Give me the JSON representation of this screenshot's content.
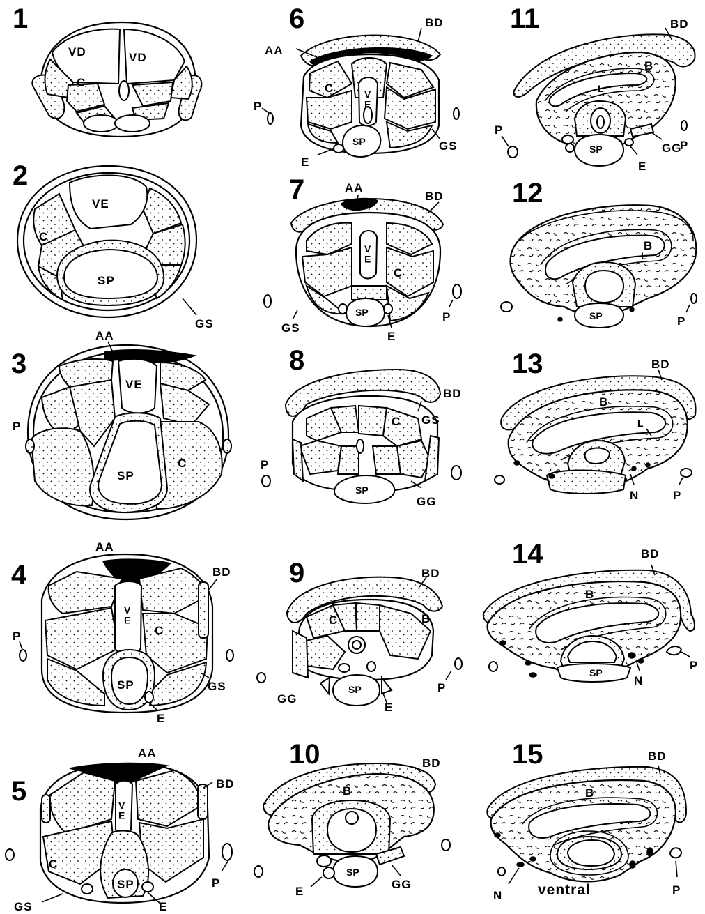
{
  "panels": [
    {
      "number": "1",
      "labels": {
        "vd_left": "VD",
        "vd_right": "VD",
        "c": "C"
      }
    },
    {
      "number": "2",
      "labels": {
        "ve": "VE",
        "c": "C",
        "sp": "SP",
        "gs": "GS"
      }
    },
    {
      "number": "3",
      "labels": {
        "aa": "AA",
        "ve": "VE",
        "p": "P",
        "c": "C",
        "sp": "SP"
      }
    },
    {
      "number": "4",
      "labels": {
        "aa": "AA",
        "bd": "BD",
        "ve": "V\nE",
        "c": "C",
        "p": "P",
        "sp": "SP",
        "gs": "GS",
        "e": "E"
      }
    },
    {
      "number": "5",
      "labels": {
        "aa": "AA",
        "bd": "BD",
        "ve": "V\nE",
        "c": "C",
        "p": "P",
        "sp": "SP",
        "gs": "GS",
        "e": "E"
      }
    },
    {
      "number": "6",
      "labels": {
        "aa": "AA",
        "bd": "BD",
        "c": "C",
        "ve": "V\nE",
        "p": "P",
        "sp": "SP",
        "gs": "GS",
        "e": "E"
      }
    },
    {
      "number": "7",
      "labels": {
        "aa": "AA",
        "bd": "BD",
        "ve": "V\nE",
        "c": "C",
        "sp": "SP",
        "gs": "GS",
        "p": "P",
        "e": "E"
      }
    },
    {
      "number": "8",
      "labels": {
        "bd": "BD",
        "c": "C",
        "gs": "GS",
        "p": "P",
        "sp": "SP",
        "gg": "GG"
      }
    },
    {
      "number": "9",
      "labels": {
        "bd": "BD",
        "b": "B",
        "c": "C",
        "gg": "GG",
        "sp": "SP",
        "p": "P",
        "e": "E"
      }
    },
    {
      "number": "10",
      "labels": {
        "bd": "BD",
        "b": "B",
        "sp": "SP",
        "e": "E",
        "gg": "GG"
      }
    },
    {
      "number": "11",
      "labels": {
        "bd": "BD",
        "b": "B",
        "l": "L",
        "p_left": "P",
        "sp": "SP",
        "gg": "GG",
        "p_right": "P",
        "e": "E"
      }
    },
    {
      "number": "12",
      "labels": {
        "b": "B",
        "l": "L",
        "sp": "SP",
        "p": "P"
      }
    },
    {
      "number": "13",
      "labels": {
        "bd": "BD",
        "b": "B",
        "l": "L",
        "n": "N",
        "p": "P"
      }
    },
    {
      "number": "14",
      "labels": {
        "bd": "BD",
        "b": "B",
        "sp": "SP",
        "n": "N",
        "p": "P"
      }
    },
    {
      "number": "15",
      "labels": {
        "bd": "BD",
        "b": "B",
        "n": "N",
        "ventral": "ventral",
        "p": "P"
      }
    }
  ]
}
